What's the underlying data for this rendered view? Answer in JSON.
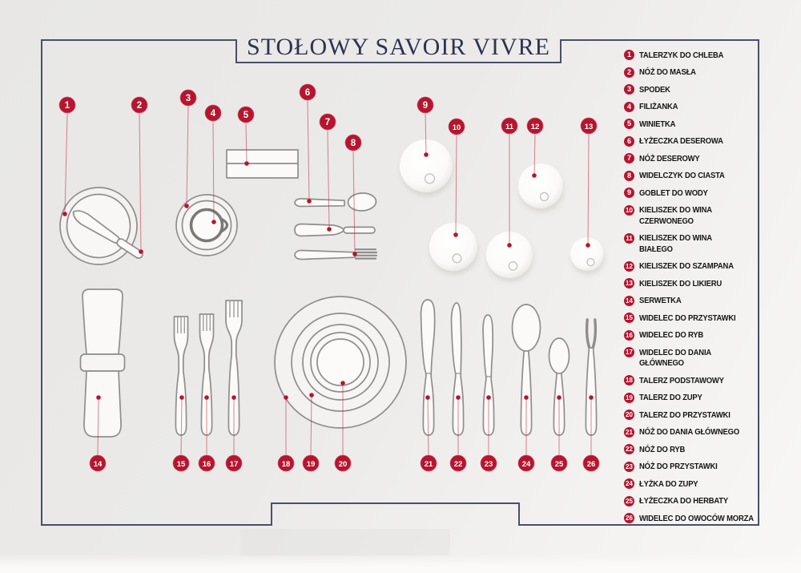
{
  "title": "STOŁOWY SAVOIR VIVRE",
  "colors": {
    "accent": "#b5152f",
    "frame": "#4a4f68",
    "title_text": "#2e3353",
    "outline": "#8f8e8c",
    "legend_text": "#151515"
  },
  "legend": {
    "items": [
      {
        "num": "1",
        "label": "TALERZYK DO CHLEBA"
      },
      {
        "num": "2",
        "label": "NÓŻ DO MASŁA"
      },
      {
        "num": "3",
        "label": "SPODEK"
      },
      {
        "num": "4",
        "label": "FILIŻANKA"
      },
      {
        "num": "5",
        "label": "WINIETKA"
      },
      {
        "num": "6",
        "label": "ŁYŻECZKA DESEROWA"
      },
      {
        "num": "7",
        "label": "NÓŻ DESEROWY"
      },
      {
        "num": "8",
        "label": "WIDELCZYK DO CIASTA"
      },
      {
        "num": "9",
        "label": "GOBLET DO WODY"
      },
      {
        "num": "10",
        "label": "KIELISZEK DO WINA\nCZERWONEGO"
      },
      {
        "num": "11",
        "label": "KIELISZEK DO WINA\nBIAŁEGO"
      },
      {
        "num": "12",
        "label": "KIELISZEK DO SZAMPANA"
      },
      {
        "num": "13",
        "label": "KIELISZEK DO LIKIERU"
      },
      {
        "num": "14",
        "label": "SERWETKA"
      },
      {
        "num": "15",
        "label": "WIDELEC DO PRZYSTAWKI"
      },
      {
        "num": "16",
        "label": "WIDELEC DO RYB"
      },
      {
        "num": "17",
        "label": "WIDELEC DO DANIA GŁÓWNEGO"
      },
      {
        "num": "18",
        "label": "TALERZ PODSTAWOWY"
      },
      {
        "num": "19",
        "label": "TALERZ DO ZUPY"
      },
      {
        "num": "20",
        "label": "TALERZ DO PRZYSTAWKI"
      },
      {
        "num": "21",
        "label": "NÓŻ DO DANIA GŁÓWNEGO"
      },
      {
        "num": "22",
        "label": "NÓŻ DO RYB"
      },
      {
        "num": "23",
        "label": "NÓŻ DO PRZYSTAWKI"
      },
      {
        "num": "24",
        "label": "ŁYŻKA DO ZUPY"
      },
      {
        "num": "25",
        "label": "ŁYŻECZKA DO HERBATY"
      },
      {
        "num": "26",
        "label": "WIDELEC DO OWOCÓW MORZA"
      }
    ]
  }
}
